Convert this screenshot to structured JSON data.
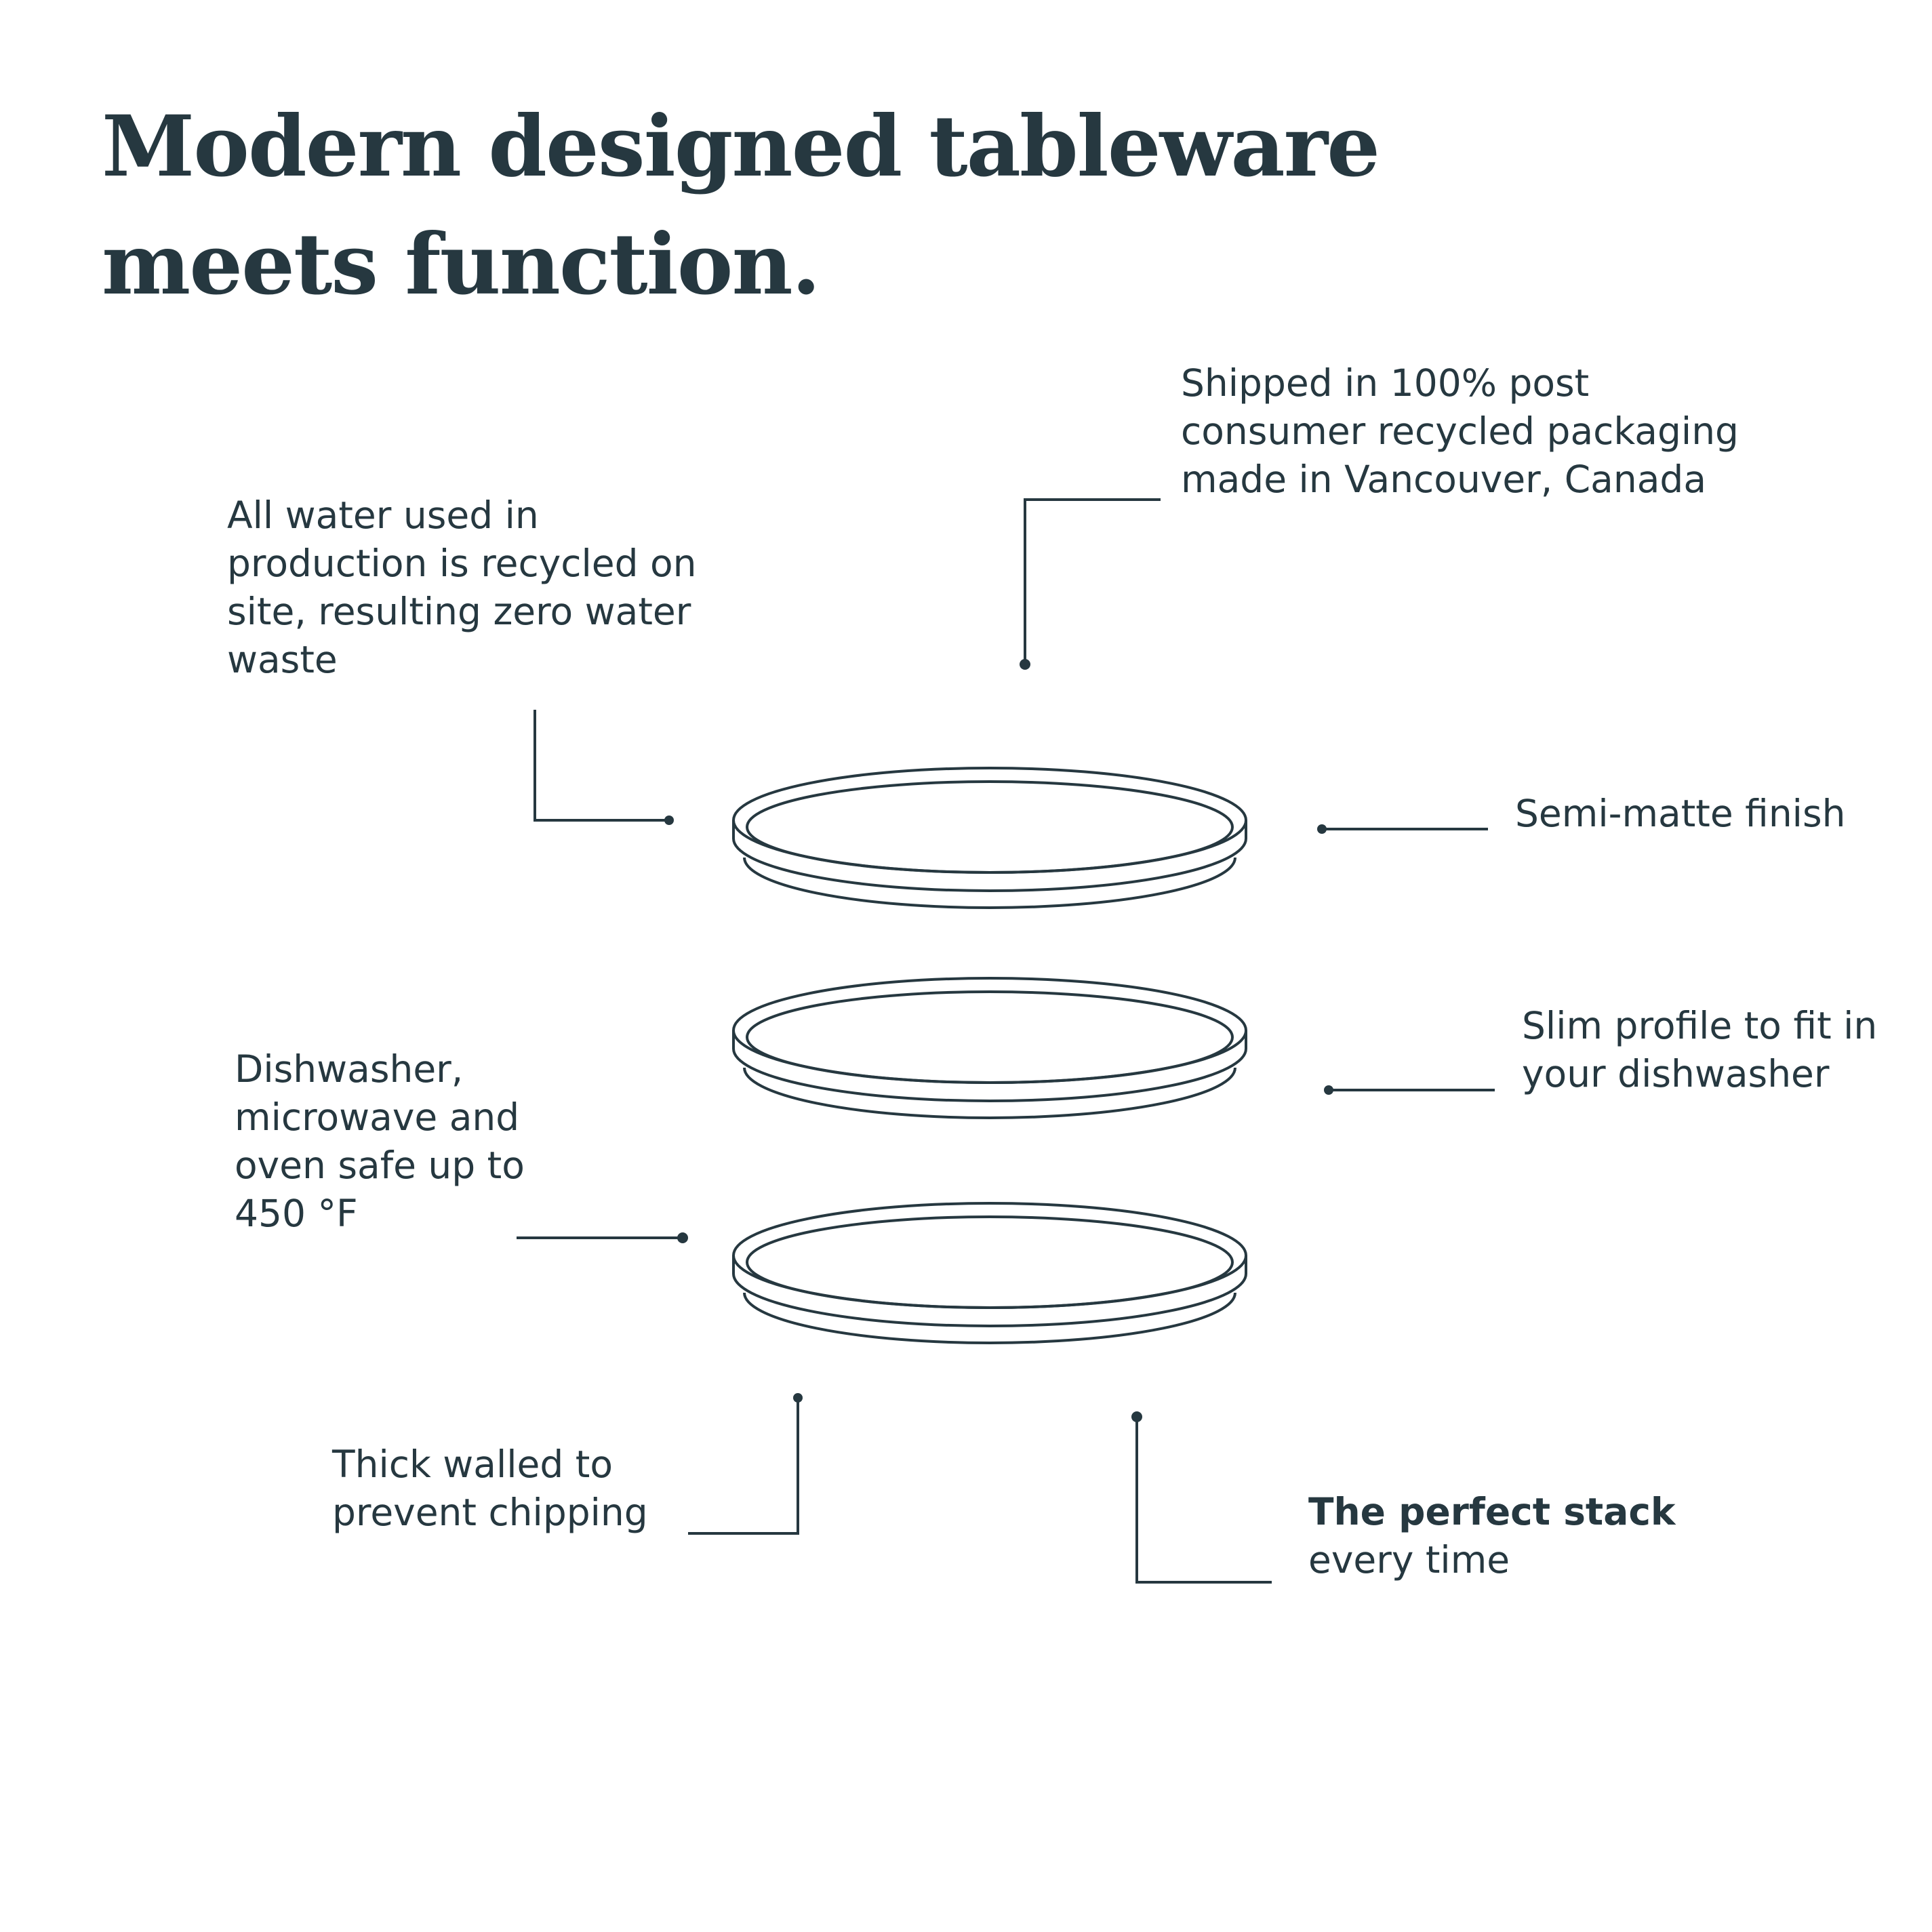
{
  "headline": {
    "line1": "Modern designed tableware",
    "line2": "meets function."
  },
  "callouts": {
    "packaging": {
      "line1": "Shipped in 100% post",
      "line2": "consumer recycled packaging",
      "line3": "made in Vancouver, Canada"
    },
    "water": {
      "line1": "All water used in",
      "line2": "production is recycled on",
      "line3": "site, resulting zero water",
      "line4": "waste"
    },
    "finish": {
      "line1": "Semi-matte finish"
    },
    "slim": {
      "line1": "Slim profile to fit in",
      "line2": "your dishwasher"
    },
    "dishwasher": {
      "line1": "Dishwasher,",
      "line2": "microwave and",
      "line3": "oven safe up to",
      "line4": "450 °F"
    },
    "thick": {
      "line1": "Thick walled to",
      "line2": "prevent chipping"
    },
    "stack": {
      "bold": "The perfect stack",
      "line2": "every time"
    }
  },
  "colors": {
    "ink": "#263840",
    "background": "#ffffff"
  }
}
